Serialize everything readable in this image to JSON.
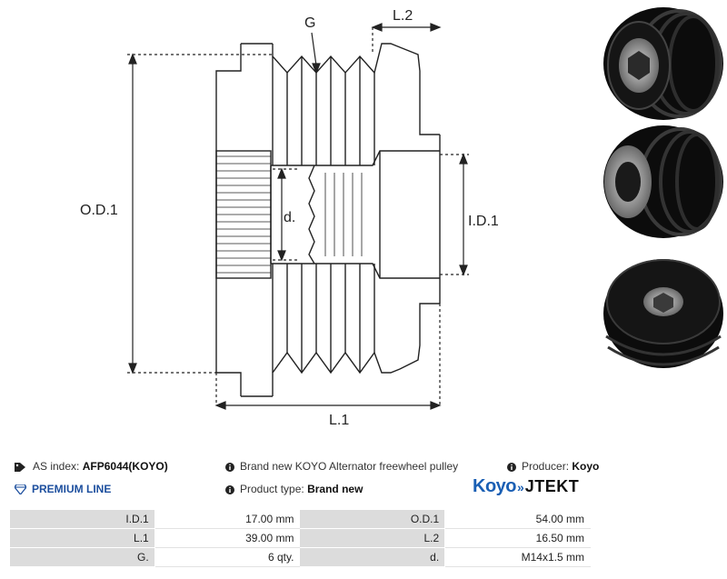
{
  "diagram": {
    "labels": {
      "groove": "G",
      "length2": "L.2",
      "outer_diameter": "O.D.1",
      "inner_thread": "d.",
      "inner_diameter": "I.D.1",
      "length1": "L.1"
    }
  },
  "photos": {
    "icon": "pulley-photo"
  },
  "info": {
    "as_index_label": "AS index:",
    "as_index_value": "AFP6044(KOYO)",
    "premium": "PREMIUM LINE",
    "description": "Brand new KOYO Alternator freewheel pulley",
    "product_type_label": "Product type:",
    "product_type_value": "Brand new",
    "producer_label": "Producer:",
    "producer_value": "Koyo",
    "logo_left": "Koyo",
    "logo_right": "JTEKT"
  },
  "specs": [
    [
      "I.D.1",
      "17.00 mm",
      "O.D.1",
      "54.00 mm"
    ],
    [
      "L.1",
      "39.00 mm",
      "L.2",
      "16.50 mm"
    ],
    [
      "G.",
      "6 qty.",
      "d.",
      "M14x1.5 mm"
    ]
  ],
  "colors": {
    "accent": "#1d4f9e",
    "table_label_bg": "#dcdcdc"
  }
}
